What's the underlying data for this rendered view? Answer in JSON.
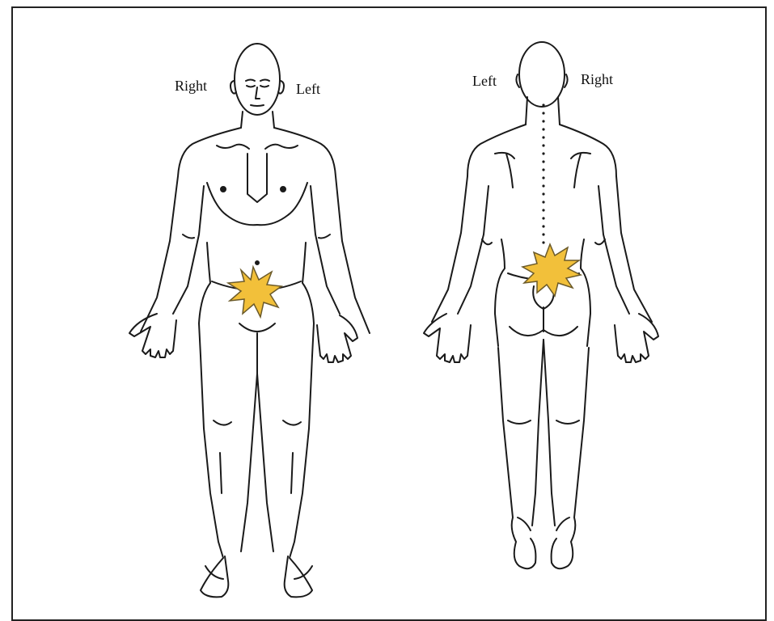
{
  "front": {
    "right_label": "Right",
    "left_label": "Left"
  },
  "back": {
    "left_label": "Left",
    "right_label": "Right"
  },
  "colors": {
    "pain_fill": "#F2C03A",
    "pain_stroke": "#6b5a2a",
    "line": "#1a1a1a",
    "border": "#222222"
  }
}
